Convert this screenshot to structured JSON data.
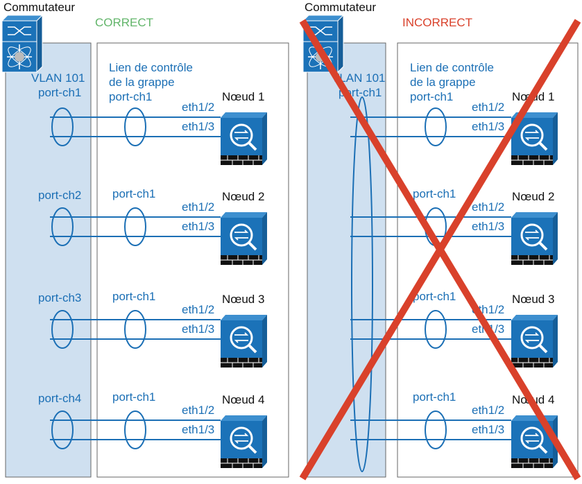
{
  "colors": {
    "accent_blue": "#1b6fb5",
    "panel_blue": "#cfe0f0",
    "correct_green": "#62b56a",
    "incorrect_red": "#d9412b"
  },
  "panels": [
    {
      "switch_label": "Commutateur",
      "status": "CORRECT",
      "vlan_label": "VLAN 101",
      "ccl_label": [
        "Lien de contrôle",
        "de la grappe",
        "port-ch1"
      ],
      "rows": [
        {
          "switch_pc": "port-ch1",
          "node_pc": "",
          "node": "Nœud 1",
          "eth_a": "eth1/2",
          "eth_b": "eth1/3"
        },
        {
          "switch_pc": "port-ch2",
          "node_pc": "port-ch1",
          "node": "Nœud 2",
          "eth_a": "eth1/2",
          "eth_b": "eth1/3"
        },
        {
          "switch_pc": "port-ch3",
          "node_pc": "port-ch1",
          "node": "Nœud 3",
          "eth_a": "eth1/2",
          "eth_b": "eth1/3"
        },
        {
          "switch_pc": "port-ch4",
          "node_pc": "port-ch1",
          "node": "Nœud 4",
          "eth_a": "eth1/2",
          "eth_b": "eth1/3"
        }
      ]
    },
    {
      "switch_label": "Commutateur",
      "status": "INCORRECT",
      "vlan_label": "VLAN 101",
      "switch_pc": "port-ch1",
      "ccl_label": [
        "Lien de contrôle",
        "de la grappe",
        "port-ch1"
      ],
      "rows": [
        {
          "node_pc": "",
          "node": "Nœud 1",
          "eth_a": "eth1/2",
          "eth_b": "eth1/3"
        },
        {
          "node_pc": "port-ch1",
          "node": "Nœud 2",
          "eth_a": "eth1/2",
          "eth_b": "eth1/3"
        },
        {
          "node_pc": "port-ch1",
          "node": "Nœud 3",
          "eth_a": "eth1/2",
          "eth_b": "eth1/3"
        },
        {
          "node_pc": "port-ch1",
          "node": "Nœud 4",
          "eth_a": "eth1/2",
          "eth_b": "eth1/3"
        }
      ]
    }
  ]
}
